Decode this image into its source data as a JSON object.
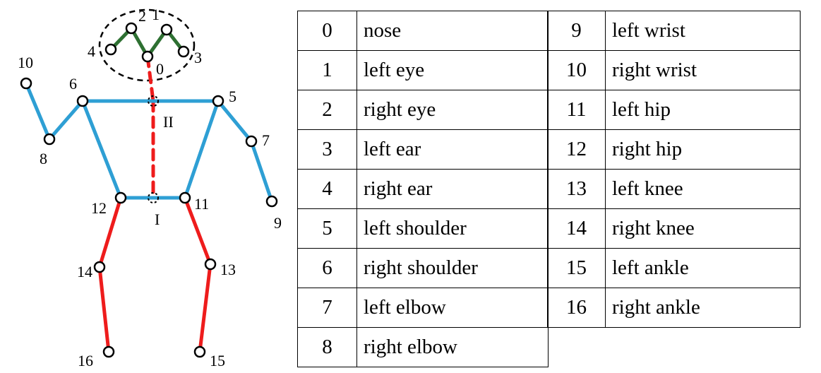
{
  "keypoints": [
    {
      "index": "0",
      "name": "nose"
    },
    {
      "index": "1",
      "name": "left eye"
    },
    {
      "index": "2",
      "name": "right eye"
    },
    {
      "index": "3",
      "name": "left ear"
    },
    {
      "index": "4",
      "name": "right ear"
    },
    {
      "index": "5",
      "name": "left shoulder"
    },
    {
      "index": "6",
      "name": "right shoulder"
    },
    {
      "index": "7",
      "name": "left elbow"
    },
    {
      "index": "8",
      "name": "right elbow"
    },
    {
      "index": "9",
      "name": "left wrist"
    },
    {
      "index": "10",
      "name": "right wrist"
    },
    {
      "index": "11",
      "name": "left hip"
    },
    {
      "index": "12",
      "name": "right hip"
    },
    {
      "index": "13",
      "name": "left knee"
    },
    {
      "index": "14",
      "name": "right knee"
    },
    {
      "index": "15",
      "name": "left ankle"
    },
    {
      "index": "16",
      "name": "right ankle"
    }
  ],
  "auxiliary_points": [
    {
      "label": "I"
    },
    {
      "label": "II"
    }
  ],
  "colors": {
    "head": "#2e7032",
    "torso_arms": "#2e9fd4",
    "legs_spine": "#ee1c1c",
    "joint_outline": "#000000"
  }
}
